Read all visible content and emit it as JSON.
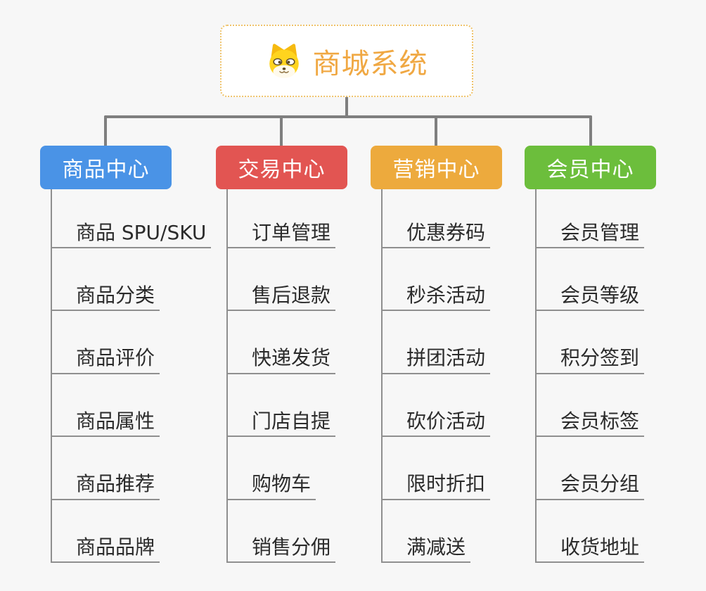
{
  "root": {
    "title": "商城系统",
    "icon": "dog-face-icon",
    "title_color": "#F0A843",
    "border_color": "#EFC36B"
  },
  "branches": [
    {
      "label": "商品中心",
      "color": "#4A93E6",
      "items": [
        "商品 SPU/SKU",
        "商品分类",
        "商品评价",
        "商品属性",
        "商品推荐",
        "商品品牌"
      ]
    },
    {
      "label": "交易中心",
      "color": "#E25552",
      "items": [
        "订单管理",
        "售后退款",
        "快递发货",
        "门店自提",
        "购物车",
        "销售分佣"
      ]
    },
    {
      "label": "营销中心",
      "color": "#EDAA3D",
      "items": [
        "优惠券码",
        "秒杀活动",
        "拼团活动",
        "砍价活动",
        "限时折扣",
        "满减送"
      ]
    },
    {
      "label": "会员中心",
      "color": "#6CBE3C",
      "items": [
        "会员管理",
        "会员等级",
        "积分签到",
        "会员标签",
        "会员分组",
        "收货地址"
      ]
    }
  ],
  "colors": {
    "background": "#F7F7F7",
    "connector": "#7F7F7F",
    "item_line": "#8F8F8F",
    "item_text": "#2B2B2B",
    "header_text": "#FFFFFF",
    "root_background": "#FFFFFF"
  }
}
